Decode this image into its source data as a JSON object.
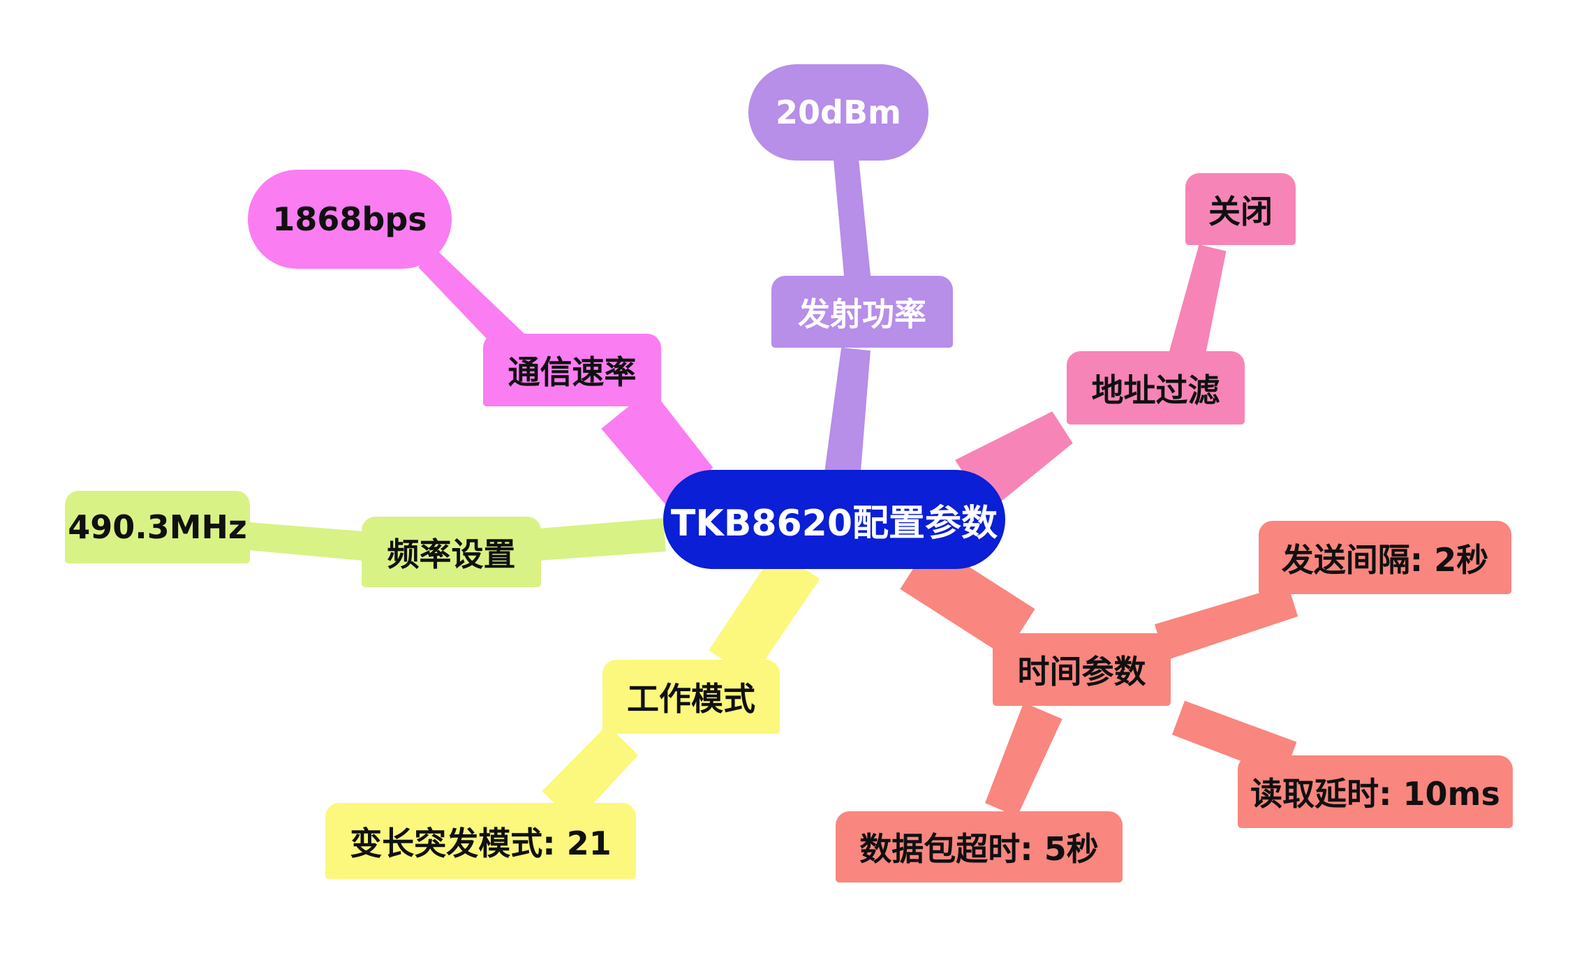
{
  "diagram": {
    "type": "mindmap",
    "title": "TKB8620配置参数"
  },
  "palette": {
    "root_blue": "#0a1fd6",
    "purple": "#b78ee8",
    "magenta": "#fa7df2",
    "pink": "#f784b6",
    "yellow_green": "#d9f285",
    "yellow": "#fbf87d",
    "salmon": "#f9867f",
    "underline_light_green": "#c9f3b1",
    "underline_mint": "#b2f4d4",
    "underline_lavender": "#dbc5f2",
    "underline_periwinkle": "#a9b3ea",
    "underline_cyan": "#c2f7f7",
    "text_dark": "#101010",
    "text_light": "#ffffff"
  },
  "mindmap": {
    "root": {
      "label": "TKB8620配置参数",
      "color": "#0a1fd6",
      "text_color": "#ffffff"
    },
    "branches": [
      {
        "id": "transmit-power",
        "label": "发射功率",
        "color": "#b78ee8",
        "underline_color": "#c9f3b1",
        "text_color": "#ffffff",
        "children": [
          {
            "label": "20dBm",
            "text_color": "#ffffff"
          }
        ]
      },
      {
        "id": "comm-rate",
        "label": "通信速率",
        "color": "#fa7df2",
        "underline_color": "#c9f3b1",
        "text_color": "#101010",
        "children": [
          {
            "label": "1868bps",
            "text_color": "#101010"
          }
        ]
      },
      {
        "id": "address-filter",
        "label": "地址过滤",
        "color": "#f784b6",
        "underline_color": "#b2f4d4",
        "text_color": "#101010",
        "children": [
          {
            "label": "关闭",
            "text_color": "#101010"
          }
        ]
      },
      {
        "id": "frequency-setting",
        "label": "频率设置",
        "color": "#d9f285",
        "underline_color": "#dbc5f2",
        "text_color": "#101010",
        "children": [
          {
            "label": "490.3MHz",
            "text_color": "#101010"
          }
        ]
      },
      {
        "id": "work-mode",
        "label": "工作模式",
        "color": "#fbf87d",
        "underline_color": "#a9b3ea",
        "text_color": "#101010",
        "children": [
          {
            "label": "变长突发模式: 21",
            "text_color": "#101010"
          }
        ]
      },
      {
        "id": "time-params",
        "label": "时间参数",
        "color": "#f9867f",
        "underline_color": "#c2f7f7",
        "text_color": "#101010",
        "children": [
          {
            "label": "发送间隔: 2秒",
            "text_color": "#101010"
          },
          {
            "label": "读取延时: 10ms",
            "text_color": "#101010"
          },
          {
            "label": "数据包超时: 5秒",
            "text_color": "#101010"
          }
        ]
      }
    ]
  }
}
